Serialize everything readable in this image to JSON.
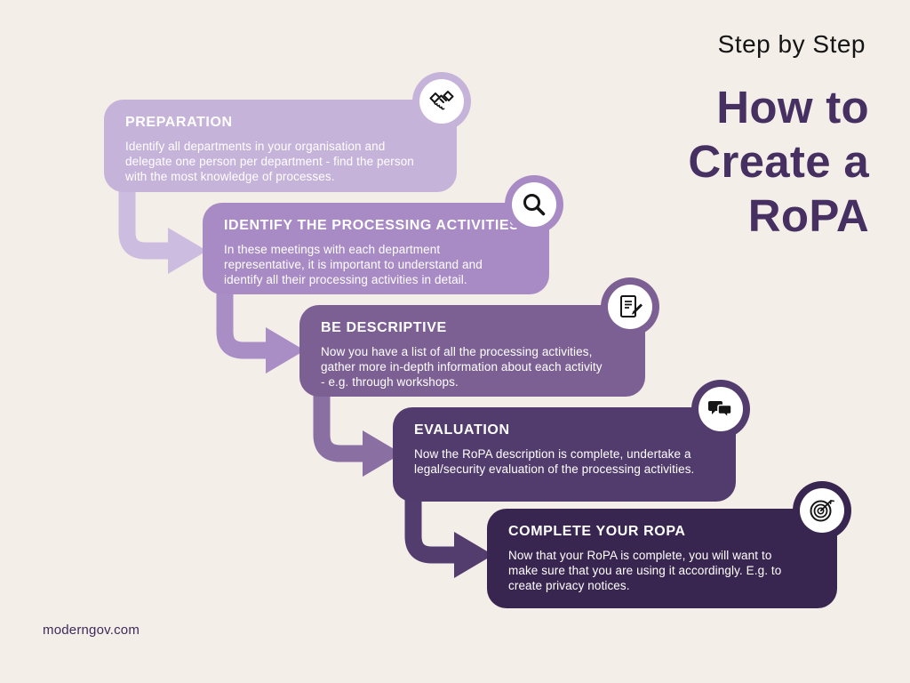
{
  "background": "#f4eee9",
  "header": {
    "eyebrow": "Step by Step",
    "eyebrow_color": "#151515",
    "title_lines": [
      "How to",
      "Create a",
      "RoPA"
    ],
    "title_color": "#453061"
  },
  "steps": [
    {
      "title": "PREPARATION",
      "body": "Identify all departments in your organisation and delegate one person per department - find the person with the most knowledge of processes.",
      "color": "#c6b3d9",
      "arrow_color": "#ccbce0",
      "icon": "handshake-icon"
    },
    {
      "title": "IDENTIFY THE PROCESSING ACTIVITIES",
      "body": "In these meetings with each department representative, it is important to understand and identify all their processing activities in detail.",
      "color": "#a88bc4",
      "arrow_color": "#a98dc5",
      "icon": "magnifier-icon"
    },
    {
      "title": "BE DESCRIPTIVE",
      "body": "Now you have a list of all the processing activities, gather more in-depth information about each activity - e.g. through workshops.",
      "color": "#7c6093",
      "arrow_color": "#8a6fa2",
      "icon": "document-pen-icon"
    },
    {
      "title": "EVALUATION",
      "body": "Now the RoPA description is complete, undertake a legal/security evaluation of the processing activities.",
      "color": "#523c6e",
      "arrow_color": "#533d6e",
      "icon": "chat-bubbles-icon"
    },
    {
      "title": "COMPLETE YOUR ROPA",
      "body": "Now that your RoPA is complete, you will want to make sure that you are using it accordingly. E.g. to create privacy notices.",
      "color": "#392650",
      "icon": "target-icon"
    }
  ],
  "footer": {
    "website": "moderngov.com"
  }
}
